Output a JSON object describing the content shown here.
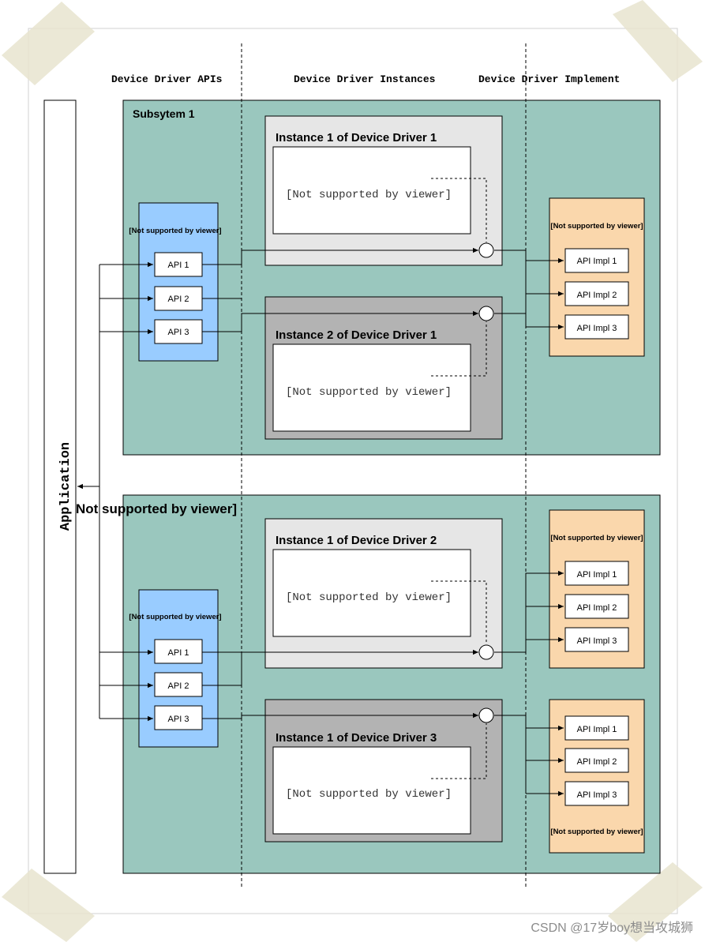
{
  "columns": {
    "apis": "Device Driver APIs",
    "instances": "Device Driver Instances",
    "implement": "Device Driver Implement"
  },
  "application_label": "Application",
  "app_side_label": "Not supported by viewer]",
  "subsystem1": {
    "title": "Subsytem 1",
    "api_group_label": "[Not supported by viewer]",
    "apis": [
      "API 1",
      "API 2",
      "API 3"
    ],
    "instance_a": {
      "title": "Instance 1 of Device Driver 1",
      "content": "[Not supported by viewer]"
    },
    "instance_b": {
      "title": "Instance 2 of Device Driver 1",
      "content": "[Not supported by viewer]"
    },
    "impl_group_label": "[Not supported by viewer]",
    "impls": [
      "API Impl 1",
      "API Impl 2",
      "API Impl 3"
    ]
  },
  "subsystem2": {
    "api_group_label": "[Not supported by viewer]",
    "apis": [
      "API 1",
      "API 2",
      "API 3"
    ],
    "instance_a": {
      "title": "Instance 1 of Device Driver 2",
      "content": "[Not supported by viewer]"
    },
    "instance_b": {
      "title": "Instance 1 of Device Driver 3",
      "content": "[Not supported by viewer]"
    },
    "impl_group_a_label": "[Not supported by viewer]",
    "impls_a": [
      "API Impl 1",
      "API Impl 2",
      "API Impl 3"
    ],
    "impl_group_b_label": "[Not supported by viewer]",
    "impls_b": [
      "API Impl 1",
      "API Impl 2",
      "API Impl 3"
    ]
  },
  "watermark": "CSDN @17岁boy想当攻城狮",
  "colors": {
    "subsystem_fill": "#9ac7be",
    "api_group_fill": "#99ccff",
    "impl_group_fill": "#fad7ac",
    "instance_light_fill": "#e6e6e6",
    "instance_dark_fill": "#b3b3b3",
    "tape": "#e8e4cf"
  }
}
